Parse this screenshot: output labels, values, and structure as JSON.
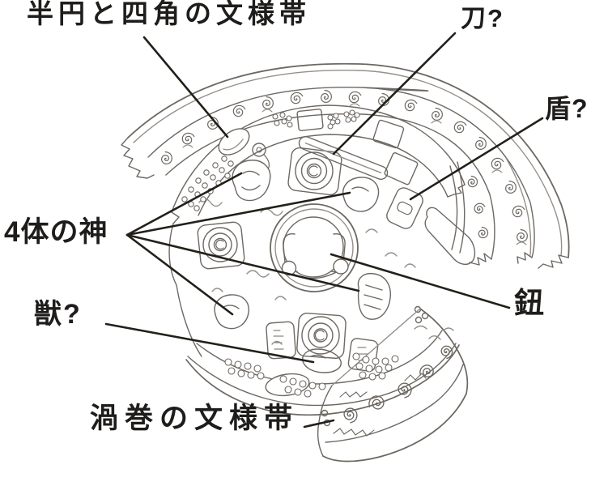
{
  "palette": {
    "background": "#ffffff",
    "label_ink": "#1f1d1b",
    "leader_line_ink": "#222019",
    "sketch_line": "#6d6862",
    "sketch_line_light": "#958f88"
  },
  "diagram": {
    "kind": "annotated line drawing of a fragmented bronze mirror back",
    "labels": {
      "band_top": "半円と四角の文様帯",
      "sword": "刀?",
      "shield": "盾?",
      "four_deities": "4体の神",
      "knob": "鈕",
      "beast": "獣?",
      "band_spiral": "渦巻の文様帯"
    }
  }
}
